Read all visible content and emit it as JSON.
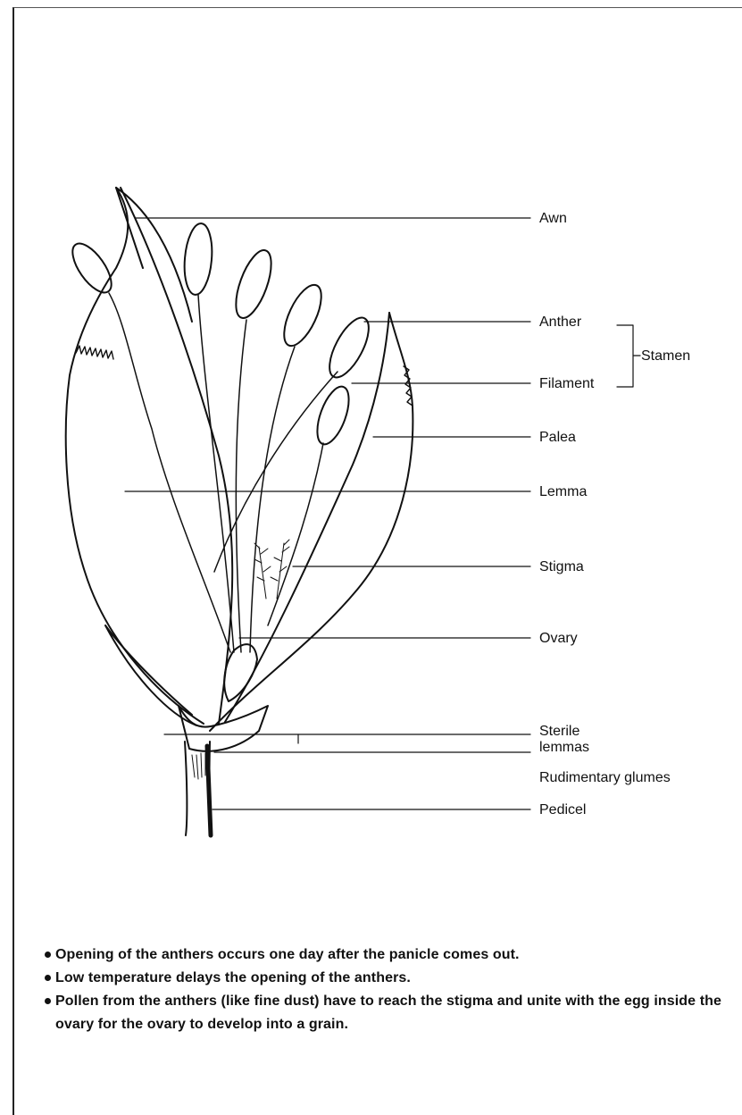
{
  "labels": {
    "awn": "Awn",
    "anther": "Anther",
    "stamen": "Stamen",
    "filament": "Filament",
    "palea": "Palea",
    "lemma": "Lemma",
    "stigma": "Stigma",
    "ovary": "Ovary",
    "sterile_lemmas": "Sterile lemmas",
    "rudimentary_glumes": "Rudimentary glumes",
    "pedicel": "Pedicel"
  },
  "notes": [
    "Opening of the anthers occurs one day after the panicle comes out.",
    "Low temperature delays the opening of the anthers.",
    "Pollen from the anthers (like fine dust) have to reach the stigma and unite with the egg inside the ovary for the ovary to develop into a grain."
  ],
  "colors": {
    "ink": "#111111",
    "paper": "#ffffff"
  }
}
